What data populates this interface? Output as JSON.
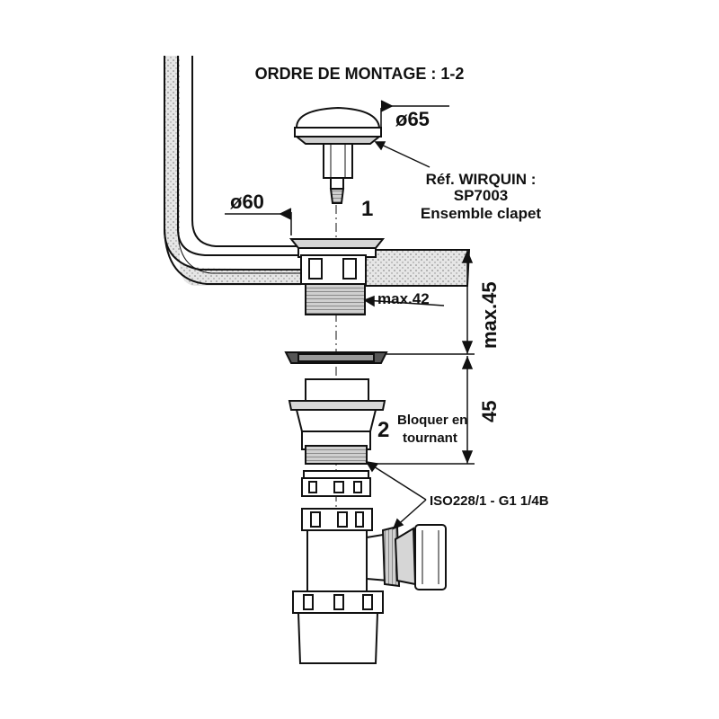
{
  "title": "ORDRE DE MONTAGE : 1-2",
  "labels": {
    "diam_cap": "ø65",
    "ref_line1": "Réf. WIRQUIN :",
    "ref_line2": "SP7003",
    "ref_line3": "Ensemble clapet",
    "diam_body": "ø60",
    "step1": "1",
    "max42": "max.42",
    "dim_vertical_max45": "max.45",
    "dim_vertical_45": "45",
    "step2": "2",
    "step2_line1": "Bloquer en",
    "step2_line2": "tournant",
    "thread_spec": "ISO228/1 - G1 1/4B"
  },
  "colors": {
    "ink": "#111111",
    "stipple": "#d8d8d8",
    "shade": "#bdbdbd",
    "dark": "#555555"
  }
}
